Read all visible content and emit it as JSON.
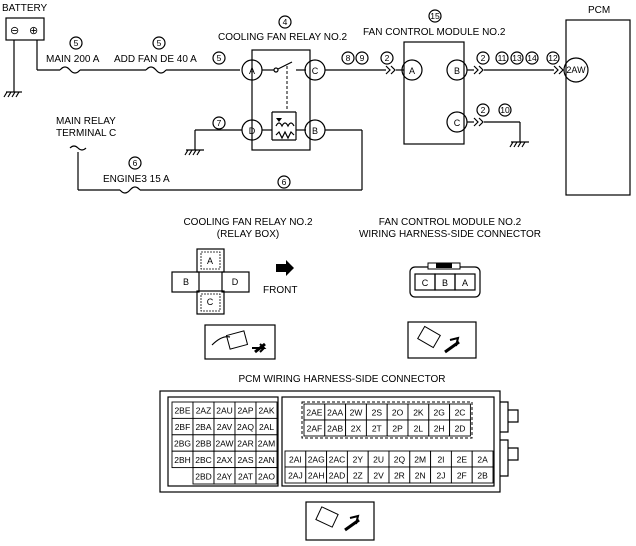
{
  "battery": {
    "label": "BATTERY",
    "neg": "⊖",
    "pos": "⊕"
  },
  "fuses": {
    "main": "MAIN 200 A",
    "add_fan": "ADD FAN DE 40 A",
    "engine3": "ENGINE3 15 A"
  },
  "main_relay": {
    "line1": "MAIN RELAY",
    "line2": "TERMINAL C"
  },
  "relay": {
    "title": "COOLING FAN RELAY NO.2",
    "ref": "4",
    "pins": {
      "a": "A",
      "b": "B",
      "c": "C",
      "d": "D"
    }
  },
  "module": {
    "title": "FAN CONTROL MODULE NO.2",
    "ref": "15",
    "pins": {
      "a": "A",
      "b": "B",
      "c": "C"
    }
  },
  "pcm": {
    "label": "PCM",
    "pin": "2AW"
  },
  "wire_refs": {
    "w1": "5",
    "w2": "5",
    "w3": "5",
    "w4": "7",
    "w5": "6",
    "w6": "6",
    "w7": "8",
    "w8": "9",
    "w9": "2",
    "w10": "2",
    "w11": "11",
    "w12": "13",
    "w13": "14",
    "w14": "12",
    "w15": "2",
    "w16": "10"
  },
  "relay_box": {
    "title1": "COOLING FAN RELAY NO.2",
    "title2": "(RELAY BOX)",
    "front": "FRONT",
    "pins": {
      "a": "A",
      "b": "B",
      "c": "C",
      "d": "D"
    }
  },
  "module_conn": {
    "title1": "FAN CONTROL MODULE NO.2",
    "title2": "WIRING HARNESS-SIDE CONNECTOR",
    "pins": [
      "C",
      "B",
      "A"
    ]
  },
  "pcm_conn": {
    "title": "PCM WIRING HARNESS-SIDE CONNECTOR",
    "left_rows": [
      [
        "2BE",
        "2AZ",
        "2AU",
        "2AP",
        "2AK"
      ],
      [
        "2BF",
        "2BA",
        "2AV",
        "2AQ",
        "2AL"
      ],
      [
        "2BG",
        "2BB",
        "2AW",
        "2AR",
        "2AM"
      ],
      [
        "2BH",
        "2BC",
        "2AX",
        "2AS",
        "2AN"
      ],
      [
        "",
        "2BD",
        "2AY",
        "2AT",
        "2AO"
      ]
    ],
    "right_top_rows": [
      [
        "2AE",
        "2AA",
        "2W",
        "2S",
        "2O",
        "2K",
        "2G",
        "2C"
      ],
      [
        "2AF",
        "2AB",
        "2X",
        "2T",
        "2P",
        "2L",
        "2H",
        "2D"
      ]
    ],
    "right_bottom_rows": [
      [
        "2AI",
        "2AG",
        "2AC",
        "2Y",
        "2U",
        "2Q",
        "2M",
        "2I",
        "2E",
        "2A"
      ],
      [
        "2AJ",
        "2AH",
        "2AD",
        "2Z",
        "2V",
        "2R",
        "2N",
        "2J",
        "2F",
        "2B"
      ]
    ]
  }
}
